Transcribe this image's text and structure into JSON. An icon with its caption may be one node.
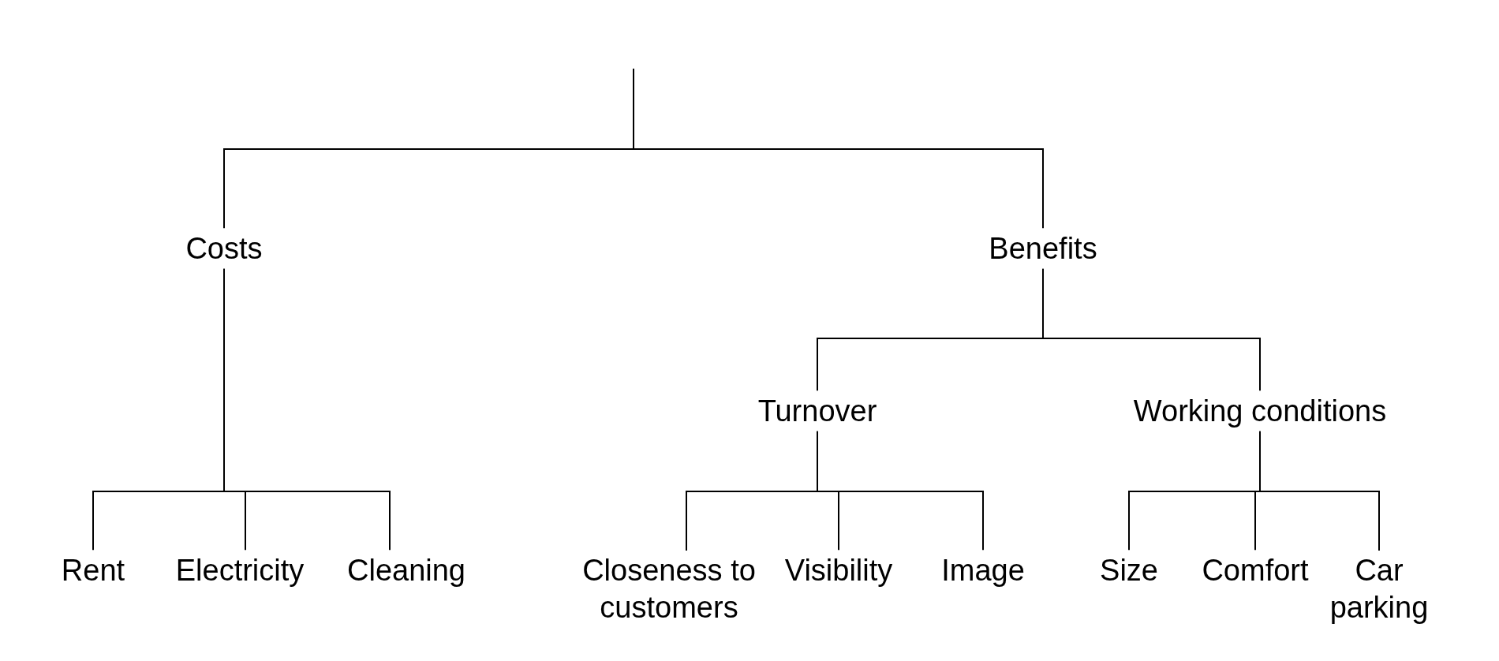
{
  "diagram": {
    "nodes": [
      {
        "text": [
          "Costs"
        ]
      },
      {
        "text": [
          "Benefits"
        ]
      },
      {
        "text": [
          "Turnover"
        ]
      },
      {
        "text": [
          "Working conditions"
        ]
      },
      {
        "text": [
          "Rent"
        ]
      },
      {
        "text": [
          "Electricity"
        ]
      },
      {
        "text": [
          "Cleaning"
        ]
      },
      {
        "text": [
          "Closeness to customers"
        ]
      },
      {
        "text": [
          "Visibility"
        ]
      },
      {
        "text": [
          "Image"
        ]
      },
      {
        "text": [
          "Size"
        ]
      },
      {
        "text": [
          "Comfort"
        ]
      },
      {
        "text": [
          "Car parking"
        ]
      }
    ],
    "edges": [
      {
        "from": null,
        "to": 0,
        "arrow": "none"
      },
      {
        "from": null,
        "to": 1,
        "arrow": "none"
      },
      {
        "from": 0,
        "to": 4,
        "arrow": "none"
      },
      {
        "from": 0,
        "to": 5,
        "arrow": "none"
      },
      {
        "from": 0,
        "to": 6,
        "arrow": "none"
      },
      {
        "from": 1,
        "to": 2,
        "arrow": "none"
      },
      {
        "from": 1,
        "to": 3,
        "arrow": "none"
      },
      {
        "from": 2,
        "to": 7,
        "arrow": "none"
      },
      {
        "from": 2,
        "to": 8,
        "arrow": "none"
      },
      {
        "from": 2,
        "to": 9,
        "arrow": "none"
      },
      {
        "from": 3,
        "to": 10,
        "arrow": "none"
      },
      {
        "from": 3,
        "to": 11,
        "arrow": "none"
      },
      {
        "from": 3,
        "to": 12,
        "arrow": "none"
      }
    ]
  }
}
